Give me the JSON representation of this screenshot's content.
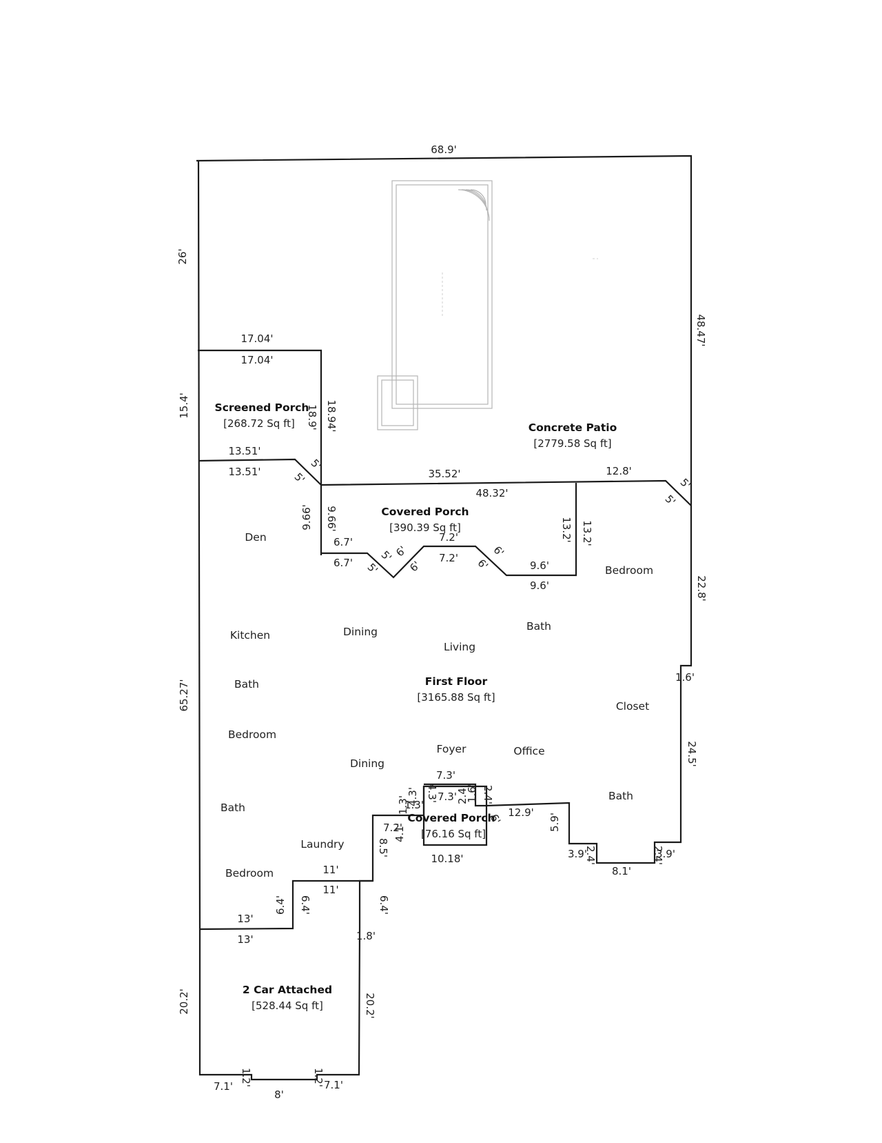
{
  "areas": {
    "concrete_patio": {
      "name": "Concrete Patio",
      "size": "[2779.58 Sq ft]"
    },
    "screened_porch": {
      "name": "Screened Porch",
      "size": "[268.72 Sq ft]"
    },
    "covered_porch_rear": {
      "name": "Covered Porch",
      "size": "[390.39 Sq ft]"
    },
    "first_floor": {
      "name": "First Floor",
      "size": "[3165.88 Sq ft]"
    },
    "covered_porch_front": {
      "name": "Covered Porch",
      "size": "[76.16 Sq ft]"
    },
    "garage": {
      "name": "2 Car Attached",
      "size": "[528.44 Sq ft]"
    }
  },
  "rooms": {
    "den": "Den",
    "kitchen": "Kitchen",
    "dining_1": "Dining",
    "living": "Living",
    "bath_1": "Bath",
    "bedroom_1": "Bedroom",
    "bath_2": "Bath",
    "bedroom_2": "Bedroom",
    "dining_2": "Dining",
    "foyer": "Foyer",
    "office": "Office",
    "closet": "Closet",
    "bath_3": "Bath",
    "bath_4": "Bath",
    "laundry": "Laundry",
    "bedroom_3": "Bedroom"
  },
  "dimensions": {
    "top": "68.9'",
    "left_patio": "26'",
    "right_patio": "48.47'",
    "sp_top_out": "17.04'",
    "sp_top_in": "17.04'",
    "sp_left": "15.4'",
    "sp_right_in": "18.9'",
    "sp_right_out": "18.94'",
    "sp_bottom_out": "13.51'",
    "sp_bottom_in": "13.51'",
    "sp_diag_a": "5'",
    "sp_diag_b": "5'",
    "patio_bottom": "35.52'",
    "cp_top": "48.32'",
    "right_top_seg": "12.8'",
    "right_diag_a": "5'",
    "right_diag_b": "5'",
    "cp_left_out": "9.66'",
    "cp_left_in": "9.66'",
    "cp_step1_out": "6.7'",
    "cp_step1_in": "6.7'",
    "cp_diag1_a": "5'",
    "cp_diag1_b": "5'",
    "cp_diag2_a": "6'",
    "cp_diag2_b": "6'",
    "cp_mid_out": "7.2'",
    "cp_mid_in": "7.2'",
    "cp_diag3_a": "6'",
    "cp_diag3_b": "6'",
    "cp_step2_out": "9.6'",
    "cp_step2_in": "9.6'",
    "cp_right_out": "13.2'",
    "cp_right_in": "13.2'",
    "right_upper": "22.8'",
    "right_jog": "1.6'",
    "right_lower": "24.5'",
    "left_main": "65.27'",
    "fp_top_out": "7.3'",
    "fp_top_in": "7.3'",
    "fp_left_a": "4.3'",
    "fp_left_b": "4.3'",
    "fp_small_a": "1.3'",
    "fp_small_b": "1.3'",
    "fp_right_a": "2.4'",
    "fp_right_b": "1.6'",
    "fp_right_c": "2.4'",
    "fp_diag": "6'",
    "fp_left_step": "7.2'",
    "fp_left_drop": "4.1'",
    "fp_bottom": "10.18'",
    "front_seg": "12.9'",
    "front_drop": "5.9'",
    "bump_left_a": "3.9'",
    "bump_left_b": "2.4'",
    "bump_bottom": "8.1'",
    "bump_right_a": "2.4'",
    "bump_right_b": "3.9'",
    "laundry_drop": "8.5'",
    "bed_top_out": "11'",
    "bed_top_in": "11'",
    "bed_step_out": "6.4'",
    "bed_step_in": "6.4'",
    "bed_right": "6.4'",
    "bed_bottom_out": "13'",
    "bed_bottom_in": "13'",
    "gar_jog": "1.8'",
    "gar_left": "20.2'",
    "gar_right": "20.2'",
    "gar_bot_left": "7.1'",
    "gar_bot_left_jog": "1.2'",
    "gar_bot_mid": "8'",
    "gar_bot_right_jog": "1.2'",
    "gar_bot_right": "7.1'"
  }
}
